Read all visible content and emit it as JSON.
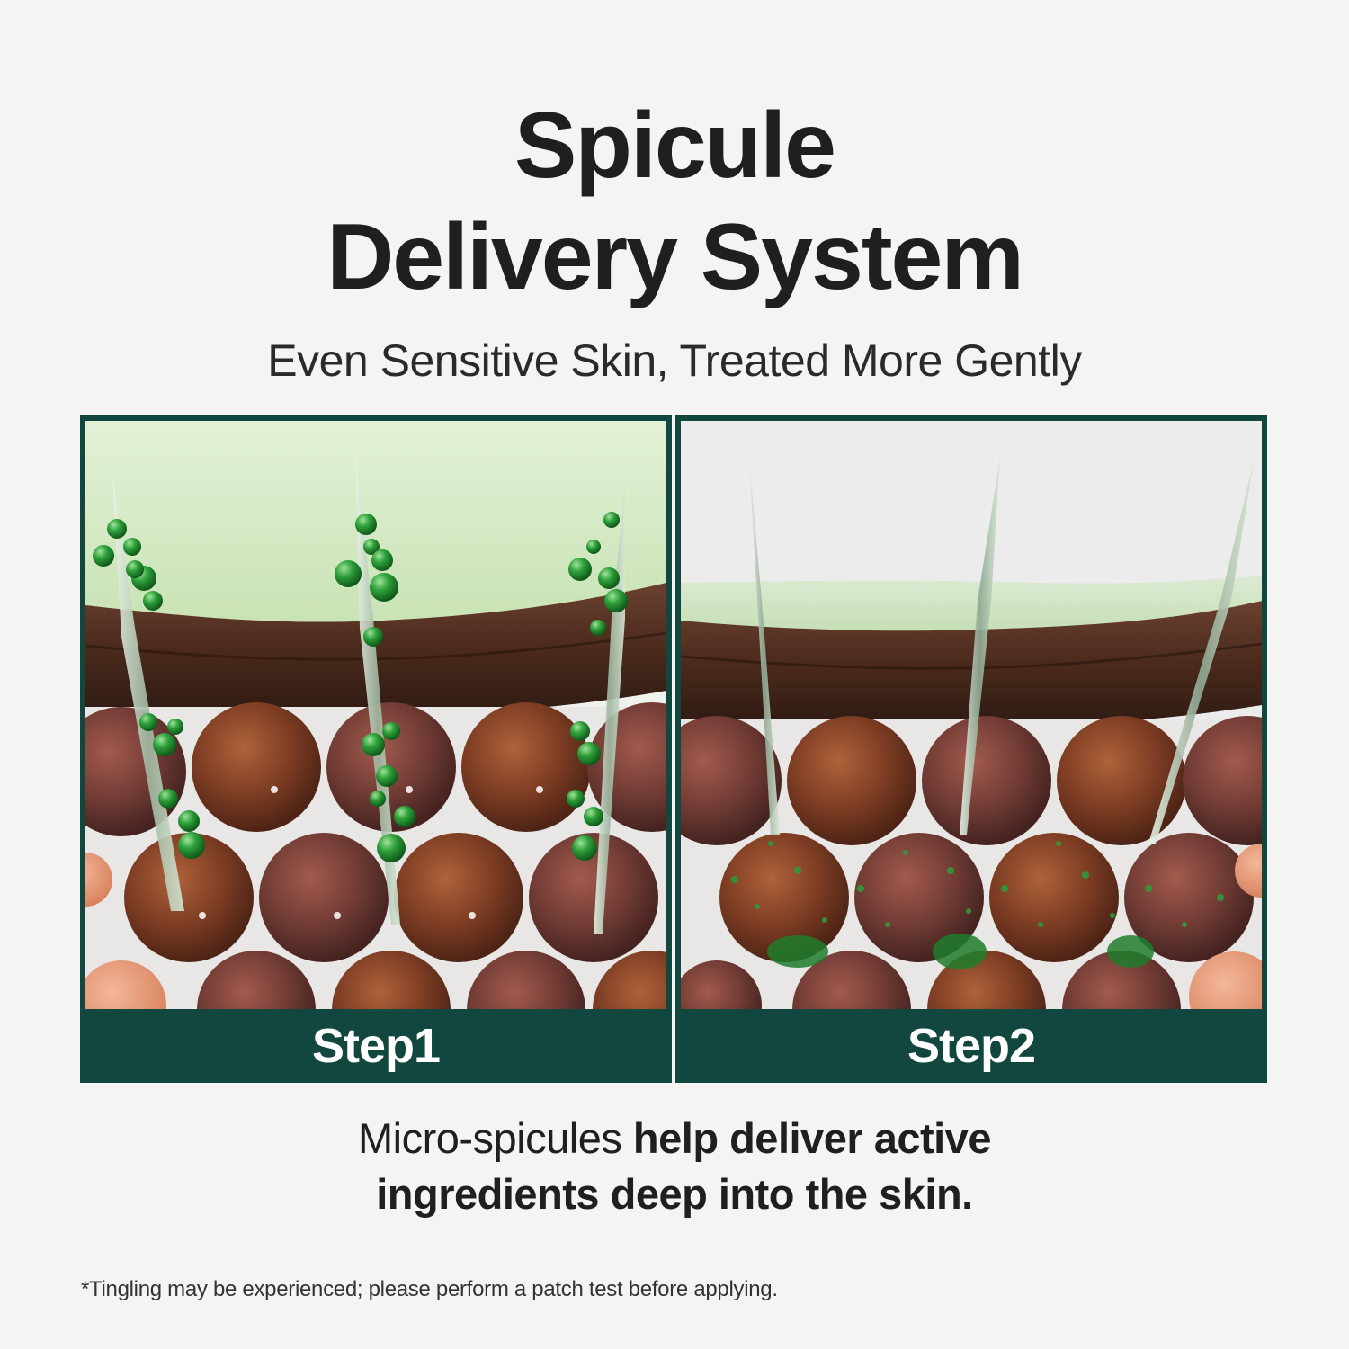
{
  "header": {
    "title_line1": "Spicule",
    "title_line2": "Delivery System",
    "subtitle": "Even Sensitive Skin, Treated More Gently"
  },
  "panels": [
    {
      "label": "Step1"
    },
    {
      "label": "Step2"
    }
  ],
  "caption": {
    "light": "Micro-spicules ",
    "bold_1": "help deliver active",
    "bold_2": "ingredients deep into the skin."
  },
  "footnote": "*Tingling may be experienced; please perform a patch test before applying.",
  "colors": {
    "background": "#f4f4f2",
    "panel_frame": "#12473f",
    "gel_green": "#d8ecc8",
    "skin_brown": "#5a3523",
    "droplet_green": "#2e9b3a"
  }
}
